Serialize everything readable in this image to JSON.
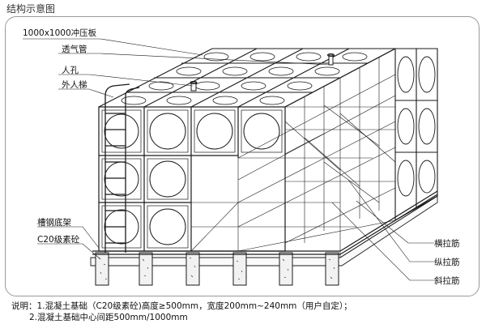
{
  "title": "结构示意图",
  "labels": {
    "plate": "1000x1000冲压板",
    "vent": "透气管",
    "manhole": "人孔",
    "ladder": "外人梯",
    "channel_base": "槽钢底架",
    "concrete": "C20级素砼",
    "horizontal_tie": "横拉筋",
    "vertical_tie": "纵拉筋",
    "diagonal_tie": "斜拉筋"
  },
  "notes": {
    "line1": "说明：1.混凝土基础（C20级素砼)高度≥500mm，宽度200mm~240mm（用户自定）；",
    "line2": "2.混凝土基础中心间距500mm/1000mm"
  },
  "colors": {
    "line": "#1a1a1a",
    "frame": "#9a9a9a",
    "concrete_fill": "#f2f2f2"
  }
}
